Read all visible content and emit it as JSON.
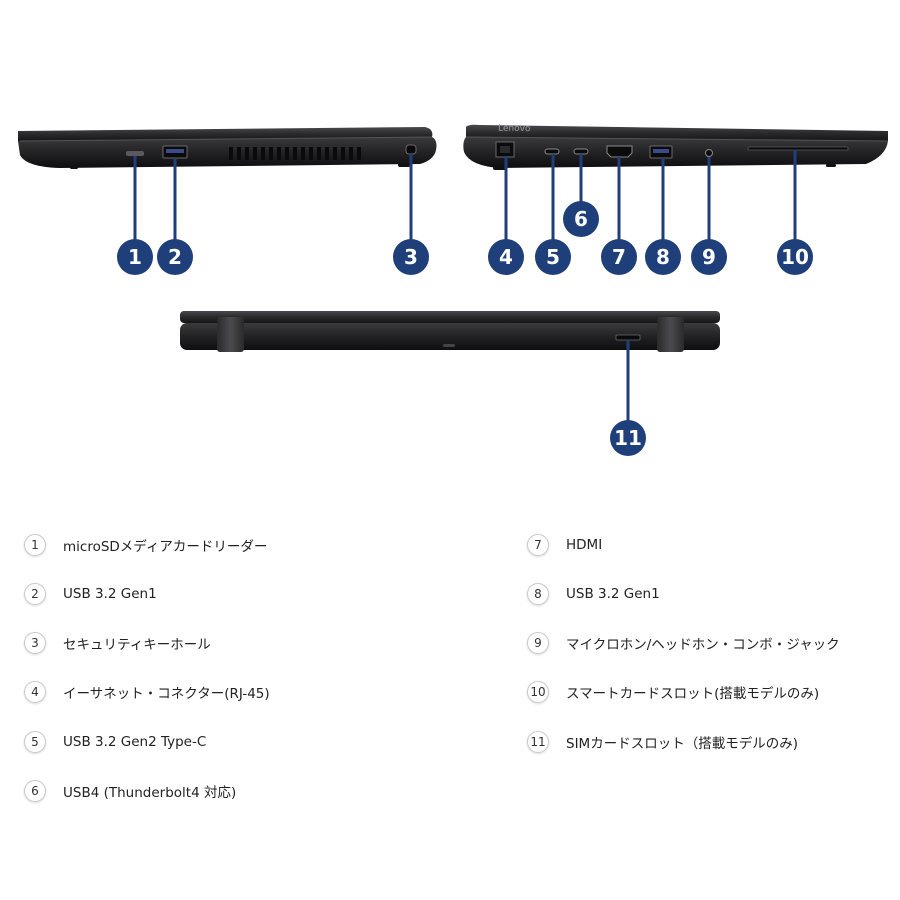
{
  "brand": "Lenovo",
  "callouts": [
    "1",
    "2",
    "3",
    "4",
    "5",
    "6",
    "7",
    "8",
    "9",
    "10",
    "11"
  ],
  "legend": [
    {
      "num": "1",
      "label": "microSDメディアカードリーダー"
    },
    {
      "num": "2",
      "label": "USB 3.2 Gen1"
    },
    {
      "num": "3",
      "label": "セキュリティキーホール"
    },
    {
      "num": "4",
      "label": "イーサネット・コネクター(RJ-45)"
    },
    {
      "num": "5",
      "label": "USB 3.2 Gen2 Type-C"
    },
    {
      "num": "6",
      "label": "USB4 (Thunderbolt4 対応)"
    },
    {
      "num": "7",
      "label": "HDMI"
    },
    {
      "num": "8",
      "label": "USB 3.2 Gen1"
    },
    {
      "num": "9",
      "label": "マイクロホン/ヘッドホン・コンボ・ジャック"
    },
    {
      "num": "10",
      "label": "スマートカードスロット(搭載モデルのみ)"
    },
    {
      "num": "11",
      "label": "SIMカードスロット（搭載モデルのみ)"
    }
  ],
  "colors": {
    "callout": "#1f3f7a",
    "laptop": "#1c1c1e",
    "background": "#ffffff"
  }
}
